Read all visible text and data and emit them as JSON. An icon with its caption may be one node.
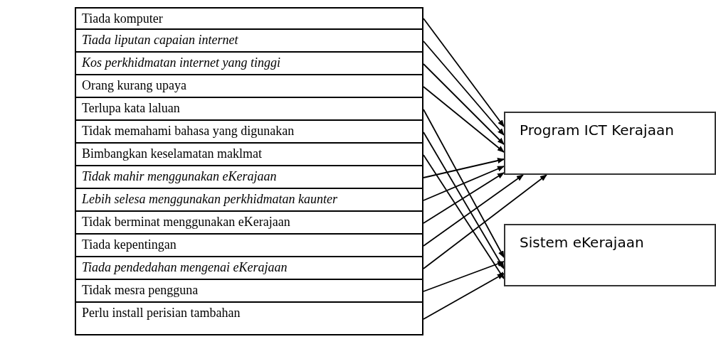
{
  "diagram": {
    "nodes": [
      {
        "text": [
          "Tiada komputer"
        ]
      },
      {
        "text": [
          "*Tiada liputan capaian internet*"
        ]
      },
      {
        "text": [
          "*Kos perkhidmatan internet yang tinggi*"
        ]
      },
      {
        "text": [
          "Orang kurang upaya"
        ]
      },
      {
        "text": [
          "Terlupa kata laluan"
        ]
      },
      {
        "text": [
          "Tidak memahami bahasa yang digunakan"
        ]
      },
      {
        "text": [
          "Bimbangkan keselamatan maklmat"
        ]
      },
      {
        "text": [
          "*Tidak mahir menggunakan eKerajaan*"
        ]
      },
      {
        "text": [
          "*Lebih selesa menggunakan perkhidmatan kaunter*"
        ]
      },
      {
        "text": [
          "Tidak berminat menggunakan eKerajaan"
        ]
      },
      {
        "text": [
          "Tiada kepentingan"
        ]
      },
      {
        "text": [
          "*Tiada pendedahan mengenai eKerajaan*"
        ]
      },
      {
        "text": [
          "Tidak mesra pengguna"
        ]
      },
      {
        "text": [
          "Perlu install perisian tambahan"
        ]
      },
      {
        "text": [
          "Program ICT Kerajaan"
        ]
      },
      {
        "text": [
          "Sistem eKerajaan"
        ]
      }
    ],
    "edges": [
      {
        "from": 0,
        "to": 14,
        "arrow": "to"
      },
      {
        "from": 1,
        "to": 14,
        "arrow": "to"
      },
      {
        "from": 2,
        "to": 14,
        "arrow": "to"
      },
      {
        "from": 3,
        "to": 14,
        "arrow": "to"
      },
      {
        "from": 4,
        "to": 15,
        "arrow": "to"
      },
      {
        "from": 5,
        "to": 15,
        "arrow": "to"
      },
      {
        "from": 6,
        "to": 15,
        "arrow": "to"
      },
      {
        "from": 7,
        "to": 14,
        "arrow": "to"
      },
      {
        "from": 8,
        "to": 14,
        "arrow": "to"
      },
      {
        "from": 9,
        "to": 14,
        "arrow": "to"
      },
      {
        "from": 10,
        "to": 14,
        "arrow": "to"
      },
      {
        "from": 11,
        "to": 14,
        "arrow": "to"
      },
      {
        "from": 12,
        "to": 15,
        "arrow": "to"
      },
      {
        "from": 13,
        "to": 15,
        "arrow": "to"
      }
    ]
  }
}
